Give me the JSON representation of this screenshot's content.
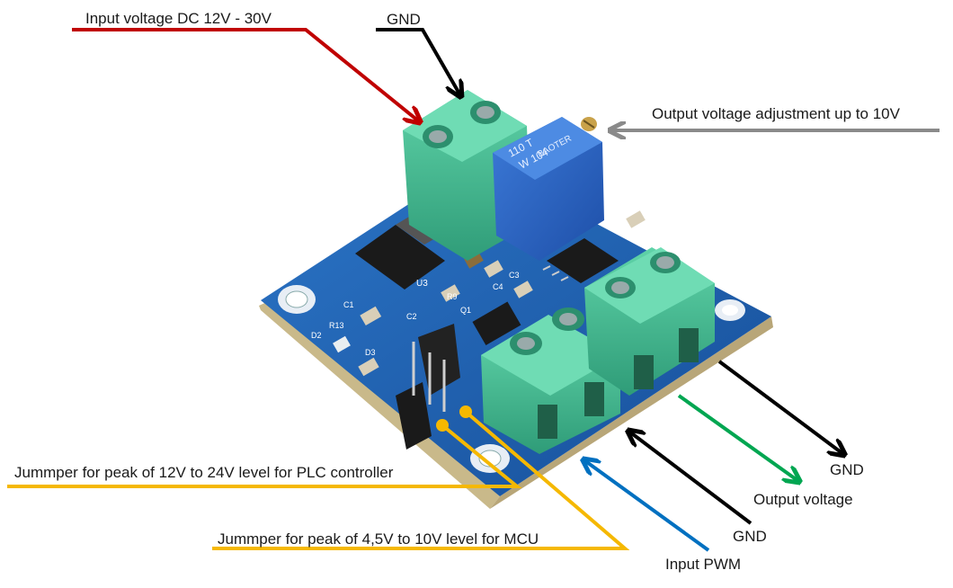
{
  "labels": {
    "input_voltage": "Input voltage DC 12V - 30V",
    "gnd_top": "GND",
    "output_adjust": "Output voltage adjustment up to 10V",
    "gnd_right": "GND",
    "output_voltage": "Output voltage",
    "gnd_bottom": "GND",
    "input_pwm": "Input PWM",
    "jumper_plc": "Jummper for peak of 12V to 24V level for PLC controller",
    "jumper_mcu": "Jummper for peak of 4,5V to 10V level for MCU"
  },
  "components": {
    "trimmer_brand": "BAOTER",
    "trimmer_code": "W 104",
    "trimmer_marking": "110 T",
    "u3": "U3",
    "c1": "C1",
    "c2": "C2",
    "c3": "C3",
    "c4": "C4",
    "r13": "R13",
    "d2": "D2",
    "d3": "D3",
    "r9": "R9",
    "q1": "Q1"
  },
  "colors": {
    "input_voltage_arrow": "#c00000",
    "gnd_arrow": "#000000",
    "adjust_arrow": "#8a8a8a",
    "output_arrow": "#00a651",
    "pwm_arrow": "#0070c0",
    "jumper_arrow": "#f5b800",
    "pcb": "#1d5fb0",
    "terminal": "#3fbf94"
  }
}
